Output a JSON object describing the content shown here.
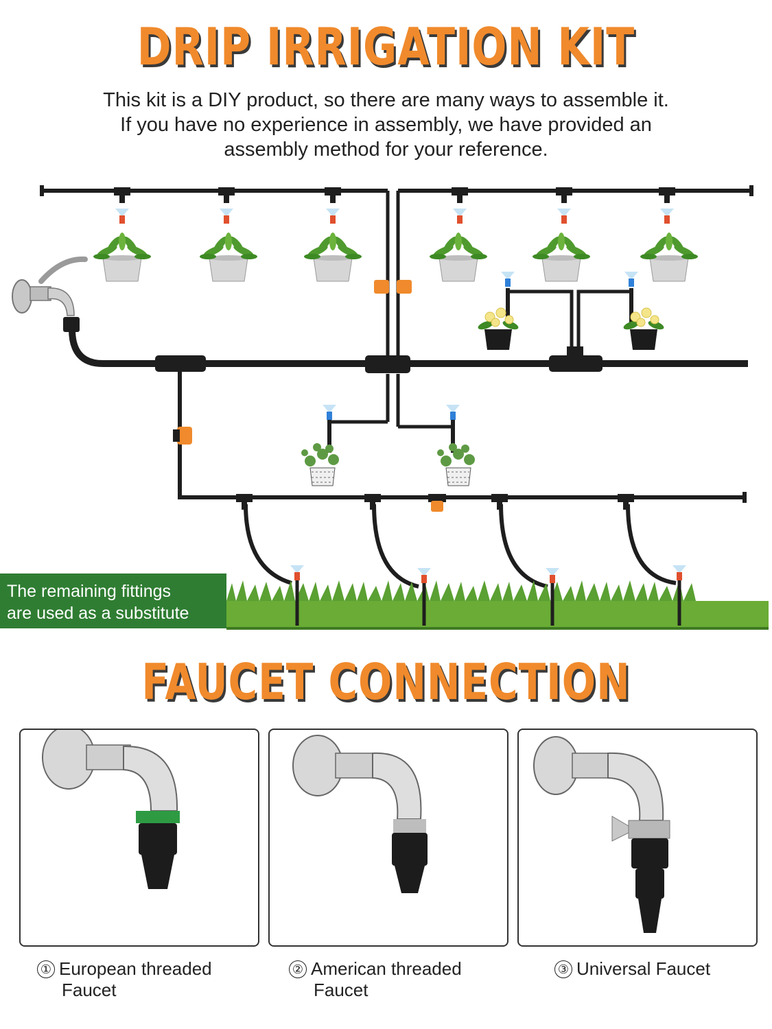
{
  "header": {
    "title": "DRIP IRRIGATION KIT",
    "intro_lines": [
      "This kit is a DIY product, so there are many ways to assemble it.",
      "If you have no experience in assembly, we have provided an",
      "assembly method for your reference."
    ]
  },
  "diagram": {
    "note_lines": [
      "The remaining fittings",
      "are used as a substitute"
    ],
    "colors": {
      "tube": "#1e1e1e",
      "valve": "#f08a2c",
      "mist": "#7fc4ef",
      "grass": "#5aa032",
      "pot": "#d9d9d9"
    }
  },
  "faucet_section": {
    "title": "FAUCET CONNECTION",
    "options": [
      {
        "number": "①",
        "line1": "European threaded",
        "line2": "Faucet",
        "adapter_color": "#2e9b43"
      },
      {
        "number": "②",
        "line1": "American threaded",
        "line2": "Faucet",
        "adapter_color": "#1c1c1c"
      },
      {
        "number": "③",
        "line1": "Universal Faucet",
        "line2": "",
        "adapter_color": "#b8b8b8"
      }
    ]
  }
}
